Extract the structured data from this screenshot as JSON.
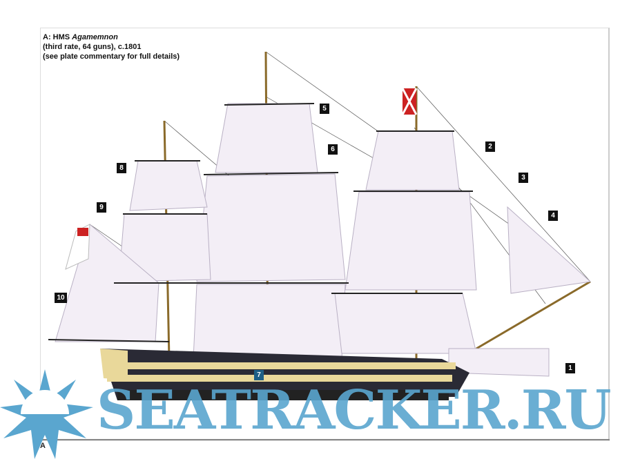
{
  "caption": {
    "line1_prefix": "A: HMS ",
    "line1_name": "Agamemnon",
    "line2": "(third rate, 64 guns), c.1801",
    "line3": "(see plate commentary for full details)"
  },
  "callouts": [
    "1",
    "2",
    "3",
    "4",
    "5",
    "6",
    "7",
    "8",
    "9",
    "10"
  ],
  "watermark": "SEATRACKER.RU",
  "plate_letter": "A",
  "colors": {
    "watermark": "#5aa6cf",
    "hull_yellow": "#e9d89a",
    "hull_dark": "#2a2a35",
    "sail": "#f3eef6"
  }
}
